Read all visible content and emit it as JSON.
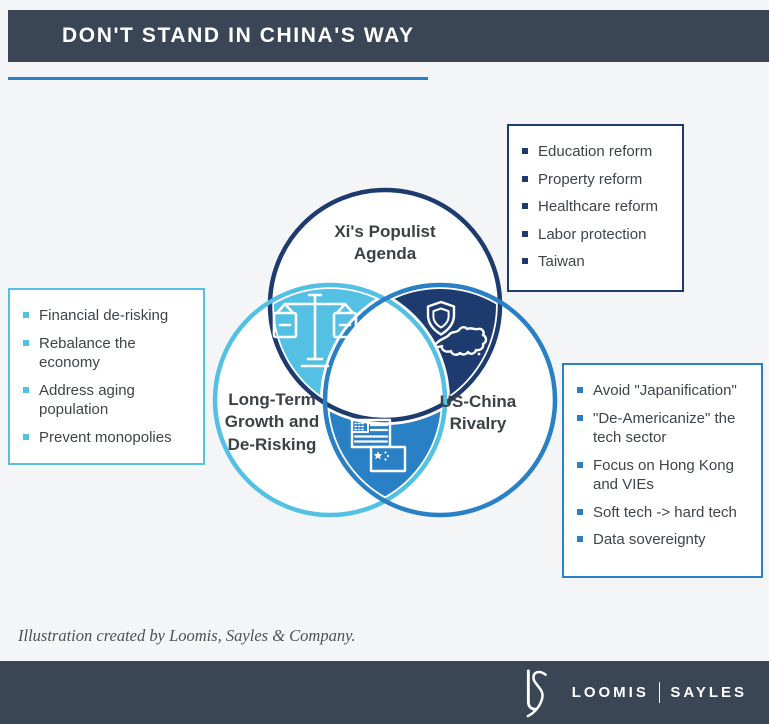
{
  "colors": {
    "bar": "#3a4656",
    "navy": "#1e3b6f",
    "cyan": "#53c0e4",
    "blue": "#2980c4",
    "text-dark": "#3f4449",
    "page-bg": "#f4f5f6",
    "white": "#ffffff"
  },
  "header": {
    "title": "DON'T STAND IN CHINA'S WAY"
  },
  "venn": {
    "labels": {
      "top": "Xi's Populist\nAgenda",
      "left": "Long-Term\nGrowth and\nDe-Risking",
      "right": "US-China\nRivalry"
    },
    "icons": {
      "top_left_lens": "scales-of-justice-icon",
      "top_right_lens": "shield-china-map-icon",
      "bottom_lens": "us-china-flags-icon"
    }
  },
  "callouts": {
    "top_right": {
      "accent": "#1e3b6f",
      "items": [
        "Education reform",
        "Property reform",
        "Healthcare reform",
        "Labor protection",
        "Taiwan"
      ]
    },
    "left": {
      "accent": "#53c0e4",
      "items": [
        "Financial de-risking",
        "Rebalance the economy",
        "Address aging population",
        "Prevent monopolies"
      ]
    },
    "bottom_right": {
      "accent": "#2980c4",
      "items": [
        "Avoid \"Japanification\"",
        "\"De-Americanize\" the tech sector",
        "Focus on Hong Kong and VIEs",
        "Soft tech -> hard tech",
        "Data sovereignty"
      ]
    }
  },
  "caption": "Illustration created by Loomis, Sayles & Company.",
  "footer": {
    "logo": "LS-monogram",
    "wordmark_left": "LOOMIS",
    "wordmark_right": "SAYLES"
  }
}
